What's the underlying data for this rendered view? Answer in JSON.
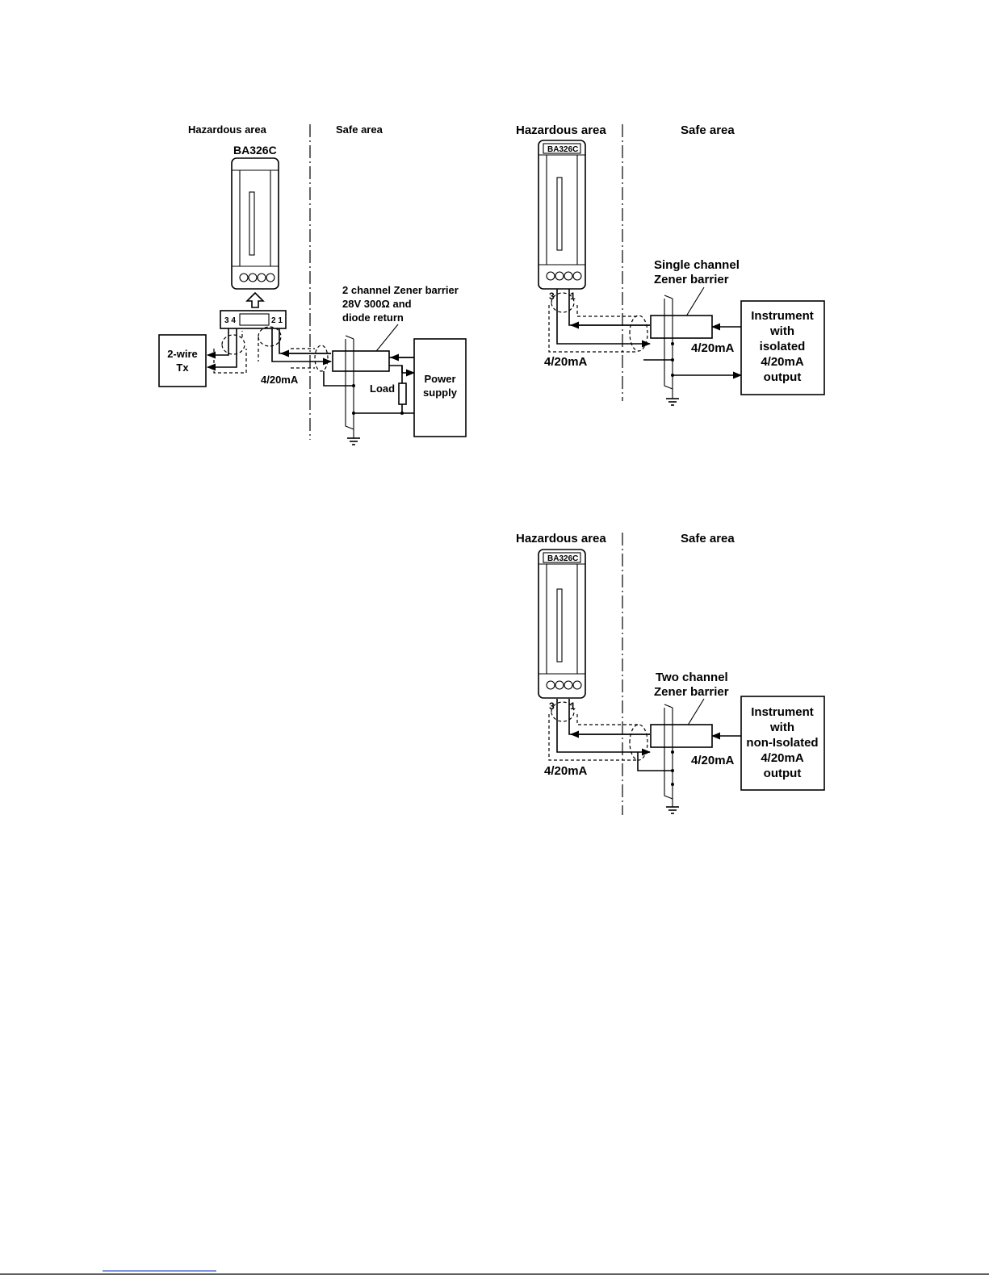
{
  "diagram1": {
    "hazardous_label": "Hazardous area",
    "safe_label": "Safe area",
    "instrument_label": "BA326C",
    "terminals_left": "3 4",
    "terminals_right": "2 1",
    "transmitter_line1": "2-wire",
    "transmitter_line2": "Tx",
    "current_label": "4/20mA",
    "barrier_line1": "2 channel Zener barrier",
    "barrier_line2": "28V 300Ω and",
    "barrier_line3": "diode return",
    "load_label": "Load",
    "power_line1": "Power",
    "power_line2": "supply"
  },
  "diagram2": {
    "hazardous_label": "Hazardous area",
    "safe_label": "Safe area",
    "instrument_label": "BA326C",
    "terminal_a": "3",
    "terminal_b": "1",
    "current_left": "4/20mA",
    "current_right": "4/20mA",
    "barrier_line1": "Single channel",
    "barrier_line2": "Zener barrier",
    "source_line1": "Instrument",
    "source_line2": "with",
    "source_line3": "isolated",
    "source_line4": "4/20mA",
    "source_line5": "output"
  },
  "diagram3": {
    "hazardous_label": "Hazardous area",
    "safe_label": "Safe area",
    "instrument_label": "BA326C",
    "terminal_a": "3",
    "terminal_b": "1",
    "current_left": "4/20mA",
    "current_right": "4/20mA",
    "barrier_line1": "Two channel",
    "barrier_line2": "Zener barrier",
    "source_line1": "Instrument",
    "source_line2": "with",
    "source_line3": "non-Isolated",
    "source_line4": "4/20mA",
    "source_line5": "output"
  }
}
